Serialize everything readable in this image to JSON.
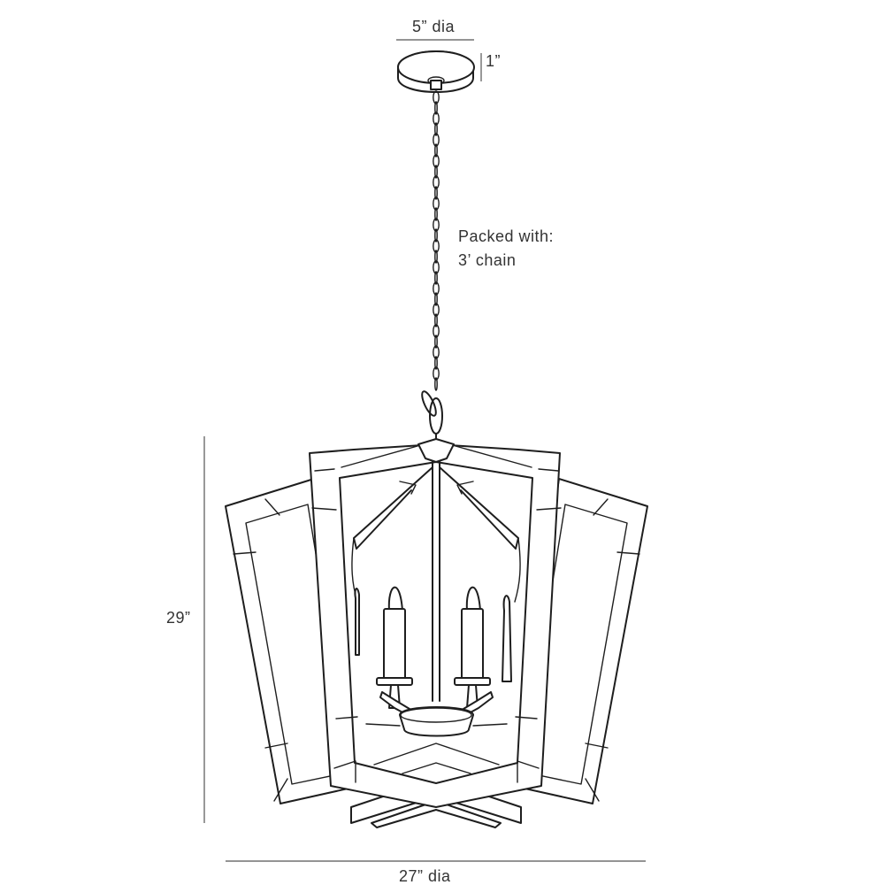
{
  "labels": {
    "canopy_diameter": "5” dia",
    "canopy_height": "1”",
    "packed_line1": "Packed with:",
    "packed_line2": "3’ chain",
    "overall_height": "29”",
    "overall_diameter": "27” dia"
  },
  "colors": {
    "line": "#1e1e1e",
    "dimension": "#555555",
    "text": "#333333",
    "background": "#ffffff"
  }
}
